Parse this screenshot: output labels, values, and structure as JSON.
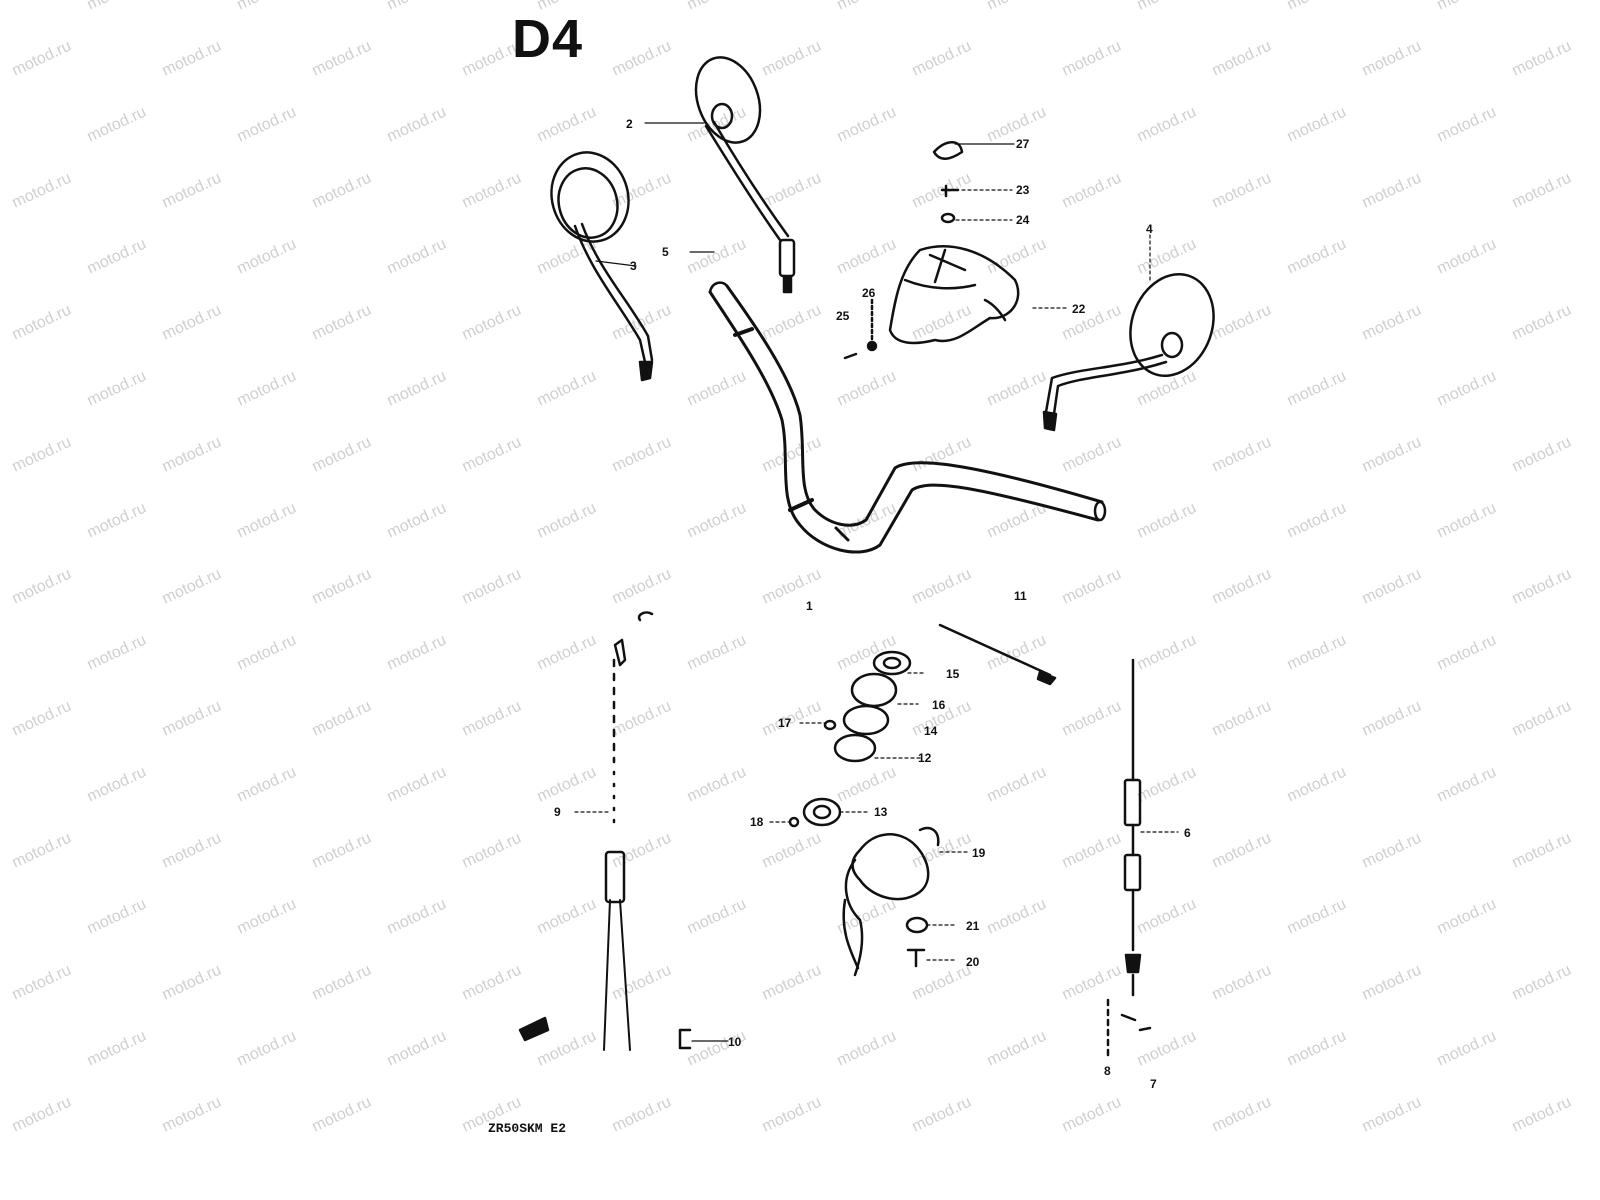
{
  "title": "D4",
  "model_code": "ZR50SKM E2",
  "watermark": "motod.ru",
  "colors": {
    "ink": "#111111",
    "background": "#ffffff",
    "watermark": "#cfcfcf"
  },
  "callouts": [
    "1",
    "2",
    "3",
    "4",
    "5",
    "6",
    "7",
    "8",
    "9",
    "10",
    "11",
    "12",
    "13",
    "14",
    "15",
    "16",
    "17",
    "18",
    "19",
    "20",
    "21",
    "22",
    "23",
    "24",
    "25",
    "26",
    "27"
  ]
}
